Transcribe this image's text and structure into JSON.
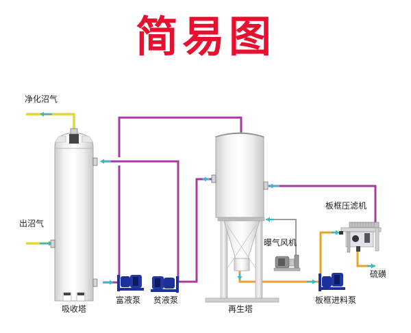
{
  "title": "简易图",
  "colors": {
    "title": "#e8102f",
    "gas_pipe": "#e2d63a",
    "liquid_pipe": "#a23d9d",
    "slurry_pipe": "#e8a22a",
    "air_pipe": "#9a9a9a",
    "flow_arrow": "#3bb8c8",
    "pump": "#1c2f9a",
    "vessel": "#e6e6e6"
  },
  "labels": {
    "purified_biogas": "净化沼气",
    "raw_biogas": "出沼气",
    "absorber": "吸收塔",
    "rich_pump": "富液泵",
    "lean_pump": "贫液泵",
    "regenerator": "再生塔",
    "aeration_blower": "曝气风机",
    "filter_press": "板框压滤机",
    "filter_feed_pump": "板框进料泵",
    "sulfur": "硫磺"
  }
}
